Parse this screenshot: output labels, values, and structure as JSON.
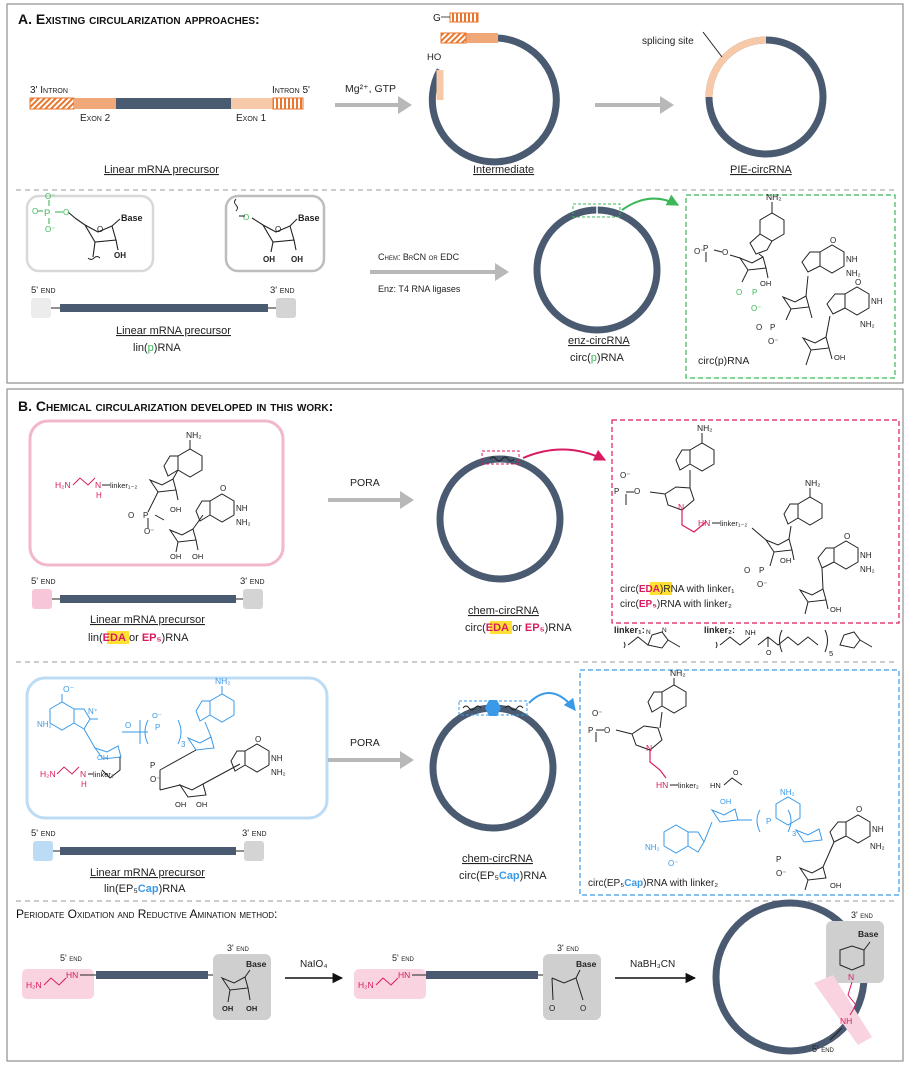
{
  "panel_a": {
    "heading": "A. Existing circularization approaches:",
    "intron3": "3' Intron",
    "intron5": "Intron 5'",
    "exon2": "Exon 2",
    "exon1": "Exon 1",
    "linear_caption": "Linear mRNA precursor",
    "cond1": "Mg²⁺, GTP",
    "intermediate_caption": "Intermediate",
    "g_label": "G",
    "ho_label": "HO",
    "splicing_site": "splicing site",
    "pie_caption": "PIE-circRNA",
    "base": "Base",
    "oh": "OH",
    "end5": "5' end",
    "end3": "3' end",
    "linear_caption2": "Linear mRNA precursor",
    "lin_p_pre": "lin(",
    "lin_p_mid": "p",
    "lin_p_post": ")RNA",
    "chem_cond": "Chem: BrCN or EDC",
    "enz_cond": "Enz: T4 RNA ligases",
    "enz_caption": "enz-circRNA",
    "circ_p_pre": "circ(",
    "circ_p_mid": "p",
    "circ_p_post": ")RNA",
    "circ_p_box": "circ(p)RNA",
    "nh2": "NH₂",
    "o": "O",
    "o_minus": "O⁻",
    "p": "P",
    "n": "N",
    "nh": "NH",
    "n_atom": "N"
  },
  "panel_b": {
    "heading": "B. Chemical circularization developed in this work:",
    "h2n": "H₂N",
    "h": "H",
    "linker12": "linker₁₋₂",
    "pora": "PORA",
    "end5": "5' end",
    "end3": "3' end",
    "linear_caption": "Linear mRNA precursor",
    "lin_eda_pre": "lin(",
    "lin_eda_eda": "EDA",
    "lin_eda_or": " or ",
    "lin_eda_ep": "EP₅",
    "lin_eda_post": ")RNA",
    "chem_caption": "chem-circRNA",
    "circ_eda_pre": "circ(",
    "circ_eda_eda": "EDA",
    "circ_eda_or": " or ",
    "circ_eda_ep": "EP₅",
    "circ_eda_post": ")RNA",
    "box_line1_pre": "circ(",
    "box_line1_eda": "EDA",
    "box_line1_post": ")RNA with linker₁",
    "box_line2_pre": "circ(",
    "box_line2_ep": "EP₅",
    "box_line2_post": ")RNA with linker₂",
    "linker1": "linker₁:",
    "linker2": "linker₂:",
    "hn": "HN",
    "linker2_sub": "linker₂",
    "hn_linker2_c": "HN—linker₂—HN",
    "lin_cap_pre": "lin(EP₅",
    "lin_cap_cap": "Cap",
    "lin_cap_post": ")RNA",
    "circ_cap_pre": "circ(EP₅",
    "circ_cap_cap": "Cap",
    "circ_cap_post": ")RNA",
    "box_cap_pre": "circ(EP₅",
    "box_cap_cap": "Cap",
    "box_cap_post": ")RNA with linker₂",
    "sub3": "3",
    "sub5": "5",
    "n_plus": "N⁺"
  },
  "pora_method": {
    "heading": "Periodate Oxidation and Reductive Amination method:",
    "end5": "5' end",
    "end3": "3' end",
    "h2n": "H₂N",
    "hn": "HN",
    "base": "Base",
    "oh": "OH",
    "o": "O",
    "reagent1": "NaIO₄",
    "reagent2": "NaBH₃CN",
    "nh": "NH",
    "n": "N"
  },
  "colors": {
    "rna": "#4a5a70",
    "exon_orange": "#f0a878",
    "exon_light": "#f7c9a8",
    "intron": "#e8762c",
    "green": "#3cb85a",
    "magenta": "#d81b60",
    "blue": "#3a9ae8",
    "arrow_gray": "#b8b8b8",
    "eda_highlight": "#ffe033"
  }
}
